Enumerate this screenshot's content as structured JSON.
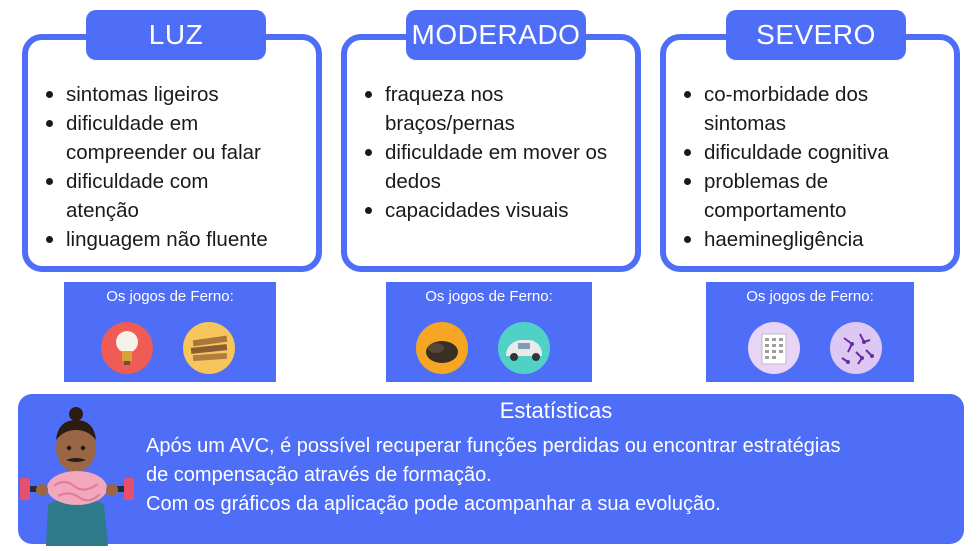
{
  "cards": [
    {
      "title": "LUZ",
      "items": [
        "sintomas ligeiros",
        "dificuldade em compreender ou falar",
        "dificuldade com atenção",
        "linguagem não fluente"
      ]
    },
    {
      "title": "MODERADO",
      "items": [
        "fraqueza nos braços/pernas",
        "dificuldade em mover os dedos",
        "capacidades visuais"
      ]
    },
    {
      "title": "SEVERO",
      "items": [
        "co-morbidade dos sintomas",
        "dificuldade cognitiva",
        "problemas de comportamento",
        "haeminegligência"
      ]
    }
  ],
  "games": [
    {
      "label": "Os jogos de Ferno:",
      "icons": [
        "lightbulb-game-icon",
        "cardboard-stack-game-icon"
      ]
    },
    {
      "label": "Os jogos de Ferno:",
      "icons": [
        "hair-brush-game-icon",
        "vintage-car-game-icon"
      ]
    },
    {
      "label": "Os jogos de Ferno:",
      "icons": [
        "calendar-grid-game-icon",
        "purple-scatter-game-icon"
      ]
    }
  ],
  "stats": {
    "title": "Estatísticas",
    "line1": "Após um AVC, é possível recuperar funções perdidas ou encontrar estratégias",
    "line2": "de compensação através de formação.",
    "line3": "Com os gráficos da aplicação pode acompanhar a sua evolução."
  },
  "colors": {
    "accent": "#4f6ef7",
    "text": "#1a1a1a"
  }
}
